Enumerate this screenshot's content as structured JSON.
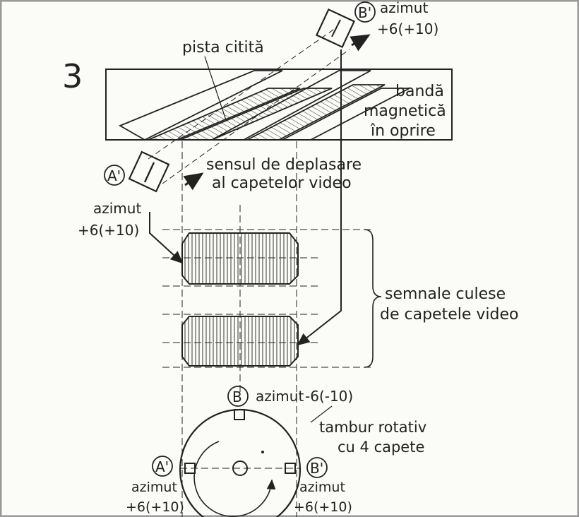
{
  "figure_number": "3",
  "labels": {
    "track_read": "pista citită",
    "tape_line1": "bandă",
    "tape_line2": "magnetică",
    "tape_line3": "în oprire",
    "direction_line1": "sensul de deplasare",
    "direction_line2": "al capetelor video",
    "signals_line1": "semnale culese",
    "signals_line2": "de capetele video",
    "drum_line1": "tambur rotativ",
    "drum_line2": "cu 4 capete"
  },
  "heads": {
    "a_prime": "A'",
    "b_prime": "B'",
    "b": "B"
  },
  "azimuth": {
    "word": "azimut",
    "positive": "+6(+10)",
    "negative": "-6(-10)"
  },
  "colors": {
    "ink": "#222222",
    "paper": "#fbfbf8",
    "border": "#9a9a9a"
  }
}
